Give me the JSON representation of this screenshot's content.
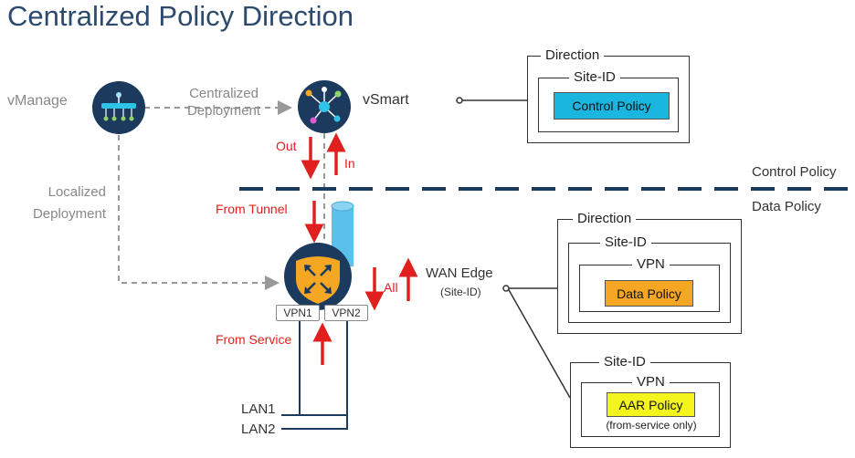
{
  "title": "Centralized Policy Direction",
  "nodes": {
    "vmanage": "vManage",
    "vsmart": "vSmart",
    "wan_edge": "WAN Edge",
    "wan_edge_sub": "(Site-ID)",
    "lan1": "LAN1",
    "lan2": "LAN2",
    "vpn1": "VPN1",
    "vpn2": "VPN2"
  },
  "links": {
    "centralized": [
      "Centralized",
      "Deployment"
    ],
    "localized": [
      "Localized",
      "Deployment"
    ]
  },
  "arrows": {
    "out": "Out",
    "in": "In",
    "from_tunnel": "From Tunnel",
    "from_service": "From Service",
    "all": "All"
  },
  "zones": {
    "control_policy": "Control Policy",
    "data_policy": "Data Policy"
  },
  "control_box": {
    "direction": "Direction",
    "site_id": "Site-ID",
    "policy": "Control Policy"
  },
  "data_box": {
    "direction": "Direction",
    "site_id": "Site-ID",
    "vpn": "VPN",
    "policy": "Data Policy"
  },
  "aar_box": {
    "site_id": "Site-ID",
    "vpn": "VPN",
    "policy": "AAR Policy",
    "note": "(from-service only)"
  },
  "colors": {
    "title": "#2c4a6e",
    "icon_navy": "#1c3a5e",
    "red_arrow": "#e0201f",
    "control_policy_fill": "#1ab6e0",
    "data_policy_fill": "#f5a623",
    "aar_policy_fill": "#f5f51e",
    "tunnel": "#5bc0eb",
    "router_shield": "#f5a623"
  }
}
